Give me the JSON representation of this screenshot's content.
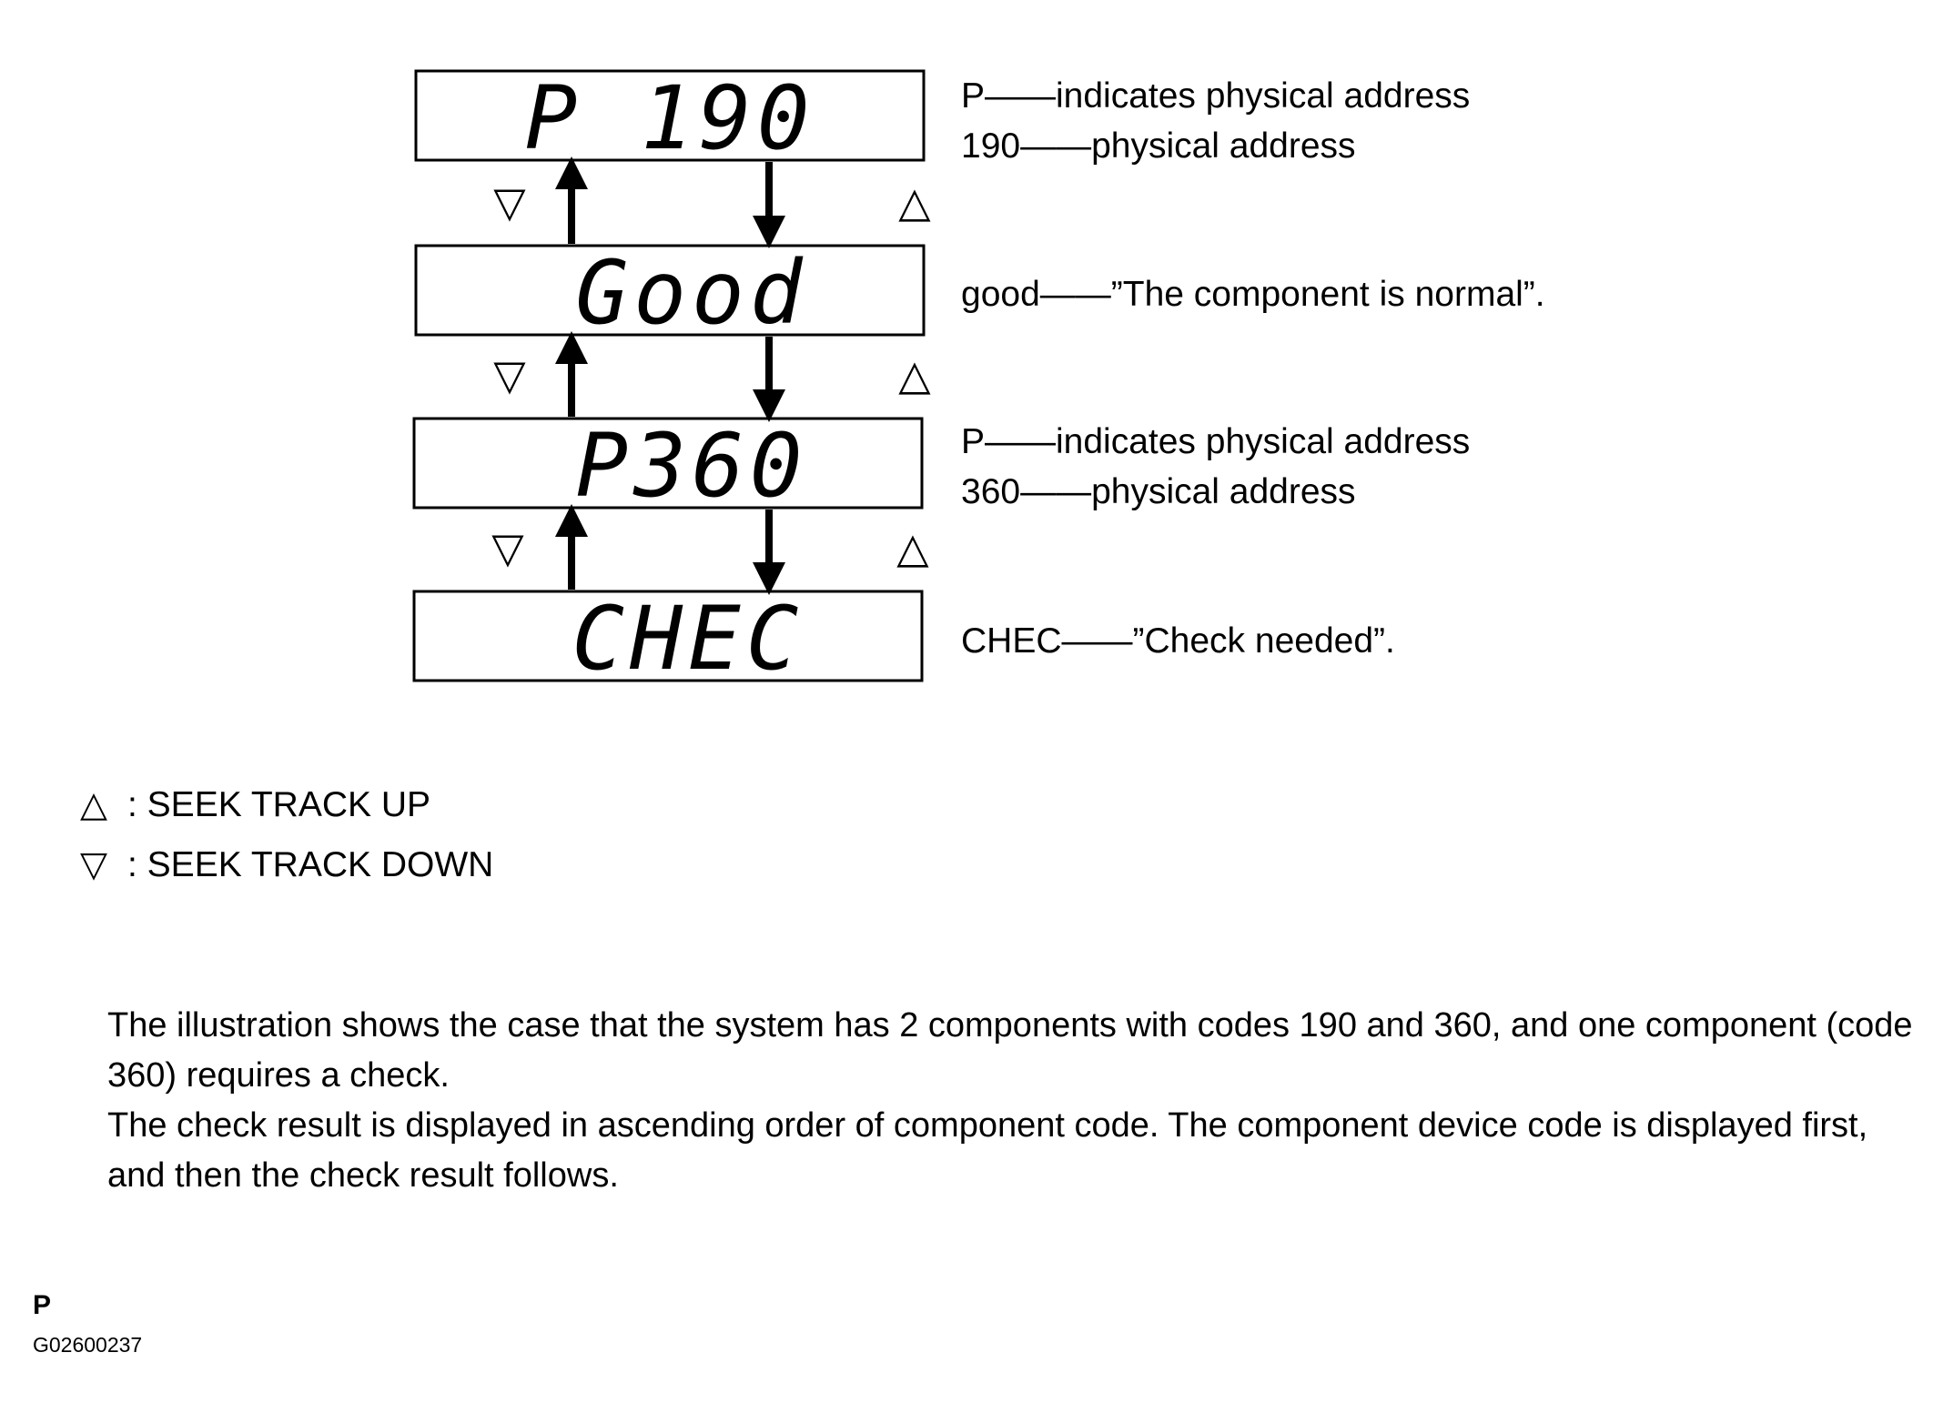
{
  "displays": [
    {
      "text": "P 190"
    },
    {
      "text": "Good"
    },
    {
      "text": "P360"
    },
    {
      "text": "CHEC"
    }
  ],
  "descriptions": [
    {
      "line1": "P——indicates physical address",
      "line2": "190——physical address"
    },
    {
      "line1": "good——”The component is normal”."
    },
    {
      "line1": "P——indicates physical address",
      "line2": "360——physical address"
    },
    {
      "line1": "CHEC——”Check needed”."
    }
  ],
  "legend": {
    "up_symbol": "△",
    "up_label": ": SEEK TRACK UP",
    "down_symbol": "▽",
    "down_label": ": SEEK TRACK DOWN"
  },
  "paragraph": {
    "line1": "The illustration shows the case that the system has 2 components with codes 190 and 360, and one component (code 360) requires a check.",
    "line2": "The check result is displayed in ascending order of component code. The component device code is displayed first, and then the check result follows."
  },
  "footer": {
    "code": "P",
    "id": "G02600237"
  }
}
